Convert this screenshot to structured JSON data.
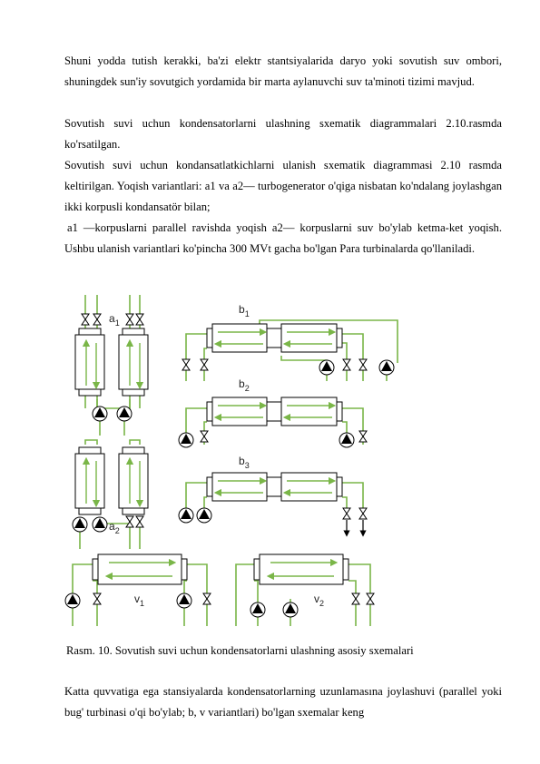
{
  "paragraphs": [
    "Shuni yodda tutish kerakki, ba'zi elektr stantsiyalarida daryo yoki sovutish suv ombori, shuningdek sun'iy sovutgich yordamida bir marta aylanuvchi suv ta'minoti tizimi mavjud.",
    "Sovutish suvi uchun kondensatorlarni ulashning sxematik diagrammalari 2.10.rasmda ko'rsatilgan.",
    "Sovutish suvi uchun kondansatlatkichlarni ulanish sxematik diagrammasi 2.10 rasmda keltirilgan. Yoqish variantlari: a1 va a2— turbogenerator o'qiga nisbatan ko'ndalang joylashgan ikki korpusli kondansatör bilan;",
    "a1 —korpuslarni parallel ravishda yoqish a2— korpuslarni suv bo'ylab ketma-ket yoqish. Ushbu ulanish variantlari ko'pincha 300 MVt gacha bo'lgan Para turbinalarda qo'llaniladi.",
    "Katta quvvatiga ega stansiyalarda kondensatorlarning uzunlamasına joylashuvi (parallel yoki bug' turbinasi o'qi bo'ylab; b, v variantlari) bo'lgan sxemalar keng"
  ],
  "figure": {
    "caption": "Rasm. 10. Sovutish suvi uchun kondensatorlarni ulashning asosiy sxemalari",
    "labels": {
      "a1_main": "a",
      "a1_sub": "1",
      "a2_main": "a",
      "a2_sub": "2",
      "b1_main": "b",
      "b1_sub": "1",
      "b2_main": "b",
      "b2_sub": "2",
      "b3_main": "b",
      "b3_sub": "3",
      "v1_main": "v",
      "v1_sub": "1",
      "v2_main": "v",
      "v2_sub": "2"
    },
    "colors": {
      "pipe": "#7ab648",
      "outline": "#000000",
      "fill": "#ffffff"
    }
  }
}
